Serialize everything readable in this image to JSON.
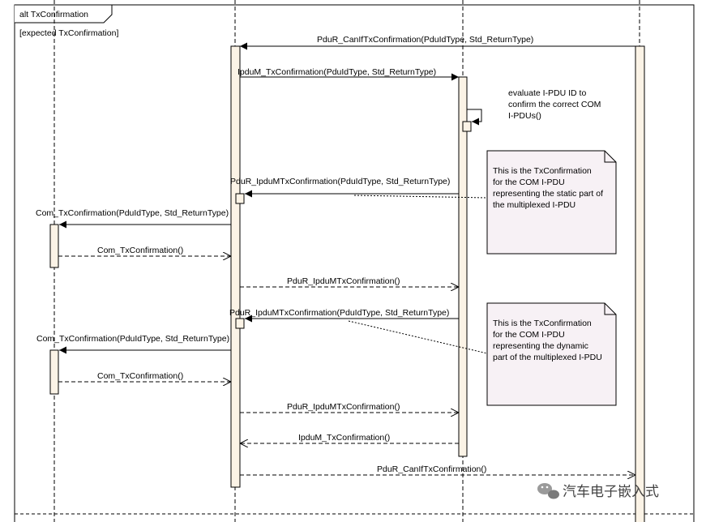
{
  "frame": {
    "label": "alt TxConfirmation",
    "guard": "[expected TxConfirmation]"
  },
  "messages": {
    "m1": "PduR_CanIfTxConfirmation(PduIdType, Std_ReturnType)",
    "m2": "IpduM_TxConfirmation(PduIdType, Std_ReturnType)",
    "m3": "PduR_IpduMTxConfirmation(PduIdType, Std_ReturnType)",
    "m4": "Com_TxConfirmation(PduIdType, Std_ReturnType)",
    "m5": "Com_TxConfirmation()",
    "m6": "PduR_IpduMTxConfirmation()",
    "m7": "PduR_IpduMTxConfirmation(PduIdType, Std_ReturnType)",
    "m8": "Com_TxConfirmation(PduIdType, Std_ReturnType)",
    "m9": "Com_TxConfirmation()",
    "m10": "PduR_IpduMTxConfirmation()",
    "m11": "IpduM_TxConfirmation()",
    "m12": "PduR_CanIfTxConfirmation()"
  },
  "self_call": {
    "lines": [
      "evaluate I-PDU ID to",
      "confirm the correct COM",
      "I-PDUs()"
    ]
  },
  "notes": {
    "n1": [
      "This is the TxConfirmation",
      "for the COM  I-PDU",
      "representing the static part of",
      "the multiplexed I-PDU"
    ],
    "n2": [
      "This is the TxConfirmation",
      "for the COM  I-PDU",
      "representing the dynamic",
      "part of the multiplexed I-PDU"
    ]
  },
  "watermark": "汽车电子嵌入式",
  "colors": {
    "activation": "#fbf3e6",
    "note": "#f7f1f5",
    "line": "#000000"
  }
}
